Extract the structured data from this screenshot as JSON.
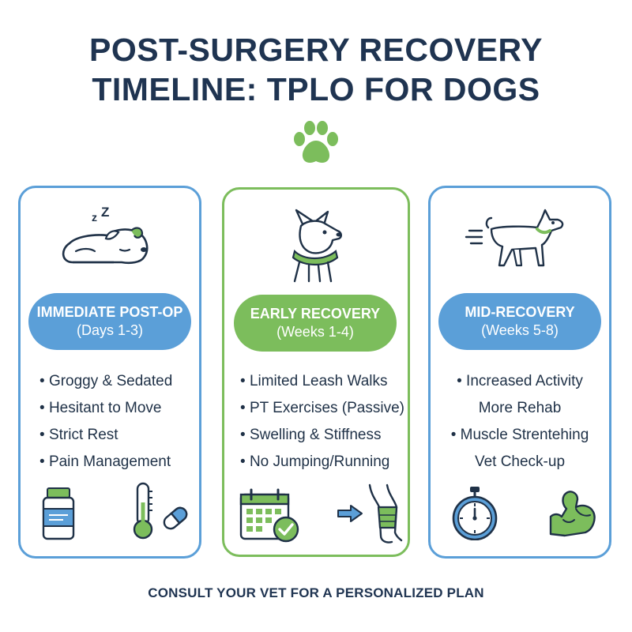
{
  "title": {
    "line1": "POST-SURGERY RECOVERY",
    "line2": "TIMELINE: TPLO FOR DOGS"
  },
  "colors": {
    "blue": "#5b9fd8",
    "green": "#7cbd5c",
    "navy": "#1f3451"
  },
  "icons": {
    "header": "paw-icon",
    "stage1": [
      "sleeping-dog-icon",
      "medicine-bottle-icon",
      "thermometer-icon",
      "pill-capsule-icon"
    ],
    "stage2": [
      "dog-with-cone-icon",
      "calendar-check-icon",
      "arrow-right-icon",
      "leg-bandage-icon"
    ],
    "stage3": [
      "walking-dog-icon",
      "stopwatch-icon",
      "flexed-arm-icon"
    ]
  },
  "stages": [
    {
      "name": "IMMEDIATE POST-OP",
      "period": "(Days 1-3)",
      "items": [
        "Groggy & Sedated",
        "Hesitant to Move",
        "Strict Rest",
        "Pain Management"
      ]
    },
    {
      "name": "EARLY RECOVERY",
      "period": "(Weeks 1-4)",
      "items": [
        "Limited Leash Walks",
        "PT Exercises (Passive)",
        "Swelling & Stiffness",
        "No Jumping/Running"
      ]
    },
    {
      "name": "MID-RECOVERY",
      "period": "(Weeks 5-8)",
      "items": [
        "• Increased Activity",
        "More Rehab",
        "• Muscle Strentehing",
        "Vet Check-up"
      ]
    }
  ],
  "footer": "CONSULT YOUR VET FOR A PERSONALIZED PLAN"
}
